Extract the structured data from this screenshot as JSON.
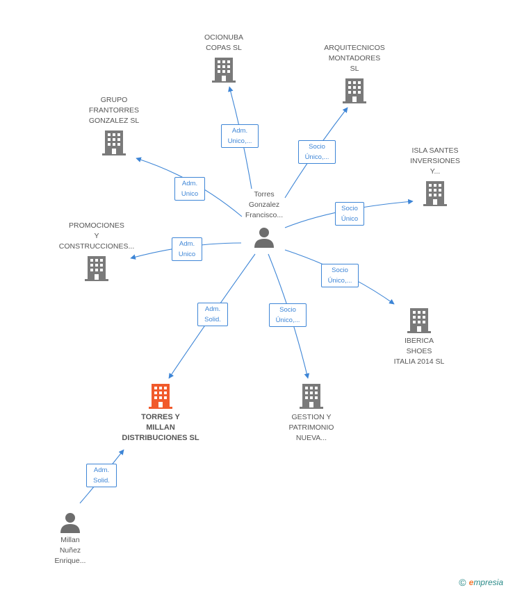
{
  "colors": {
    "edge": "#3d85d6",
    "company": "#7a7a7a",
    "focus_company": "#f15a2b",
    "person": "#6d6d6d"
  },
  "nodes": {
    "ocionuba": {
      "name": "OCIONUBA\nCOPAS  SL",
      "icon": "building-icon"
    },
    "arquitecnicos": {
      "name": "ARQUITECNICOS\nMONTADORES\nSL",
      "icon": "building-icon"
    },
    "grupo": {
      "name": "GRUPO\nFRANTORRES\nGONZALEZ SL",
      "icon": "building-icon"
    },
    "isla": {
      "name": "ISLA SANTES\nINVERSIONES\nY...",
      "icon": "building-icon"
    },
    "promociones": {
      "name": "PROMOCIONES\nY\nCONSTRUCCIONES...",
      "icon": "building-icon"
    },
    "torres_person": {
      "name": "Torres\nGonzalez\nFrancisco...",
      "icon": "person-icon"
    },
    "iberica": {
      "name": "IBERICA\nSHOES\nITALIA 2014  SL",
      "icon": "building-icon"
    },
    "torres_millan": {
      "name": "TORRES Y\nMILLAN\nDISTRIBUCIONES SL",
      "icon": "building-icon"
    },
    "gestion": {
      "name": "GESTION Y\nPATRIMONIO\nNUEVA...",
      "icon": "building-icon"
    },
    "millan_person": {
      "name": "Millan\nNuñez\nEnrique...",
      "icon": "person-icon"
    }
  },
  "edges": {
    "to_ocionuba": "Adm.\nUnico,...",
    "to_arquitecnicos": "Socio\nÚnico,...",
    "to_grupo": "Adm.\nUnico",
    "to_isla": "Socio\nÚnico",
    "to_promociones": "Adm.\nUnico",
    "to_iberica": "Socio\nÚnico,...",
    "to_torres_millan": "Adm.\nSolid.",
    "to_gestion": "Socio\nÚnico,...",
    "millan_to_torres_millan": "Adm.\nSolid."
  },
  "footer": {
    "copyright": "©",
    "brand_initial": "e",
    "brand_rest": "mpresia"
  }
}
